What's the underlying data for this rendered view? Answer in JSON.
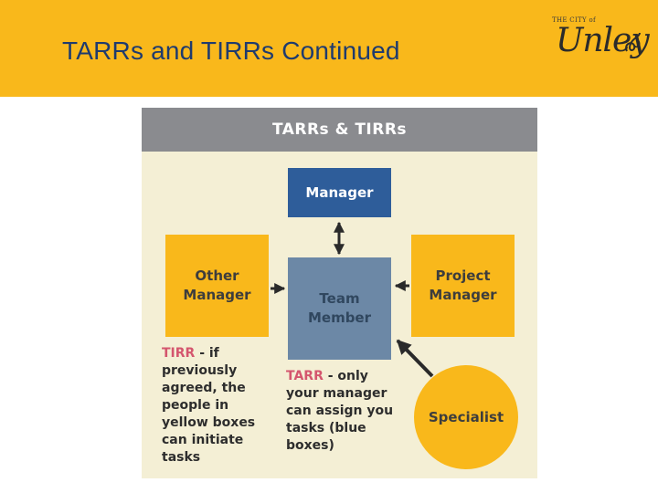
{
  "slide": {
    "title": "TARRs and TIRRs Continued",
    "logo": {
      "small_text": "THE CITY of",
      "name": "Unley"
    },
    "colors": {
      "banner": "#f9b81b",
      "title": "#1f3b6e"
    }
  },
  "diagram": {
    "header": "TARRs & TIRRs",
    "manager": "Manager",
    "team_member": "Team\nMember",
    "other_manager": "Other\nManager",
    "project_manager": "Project\nManager",
    "specialist": "Specialist",
    "tirr_note": {
      "tag": "TIRR",
      "text": " - if\npreviously\nagreed, the\npeople in\nyellow boxes\ncan initiate\ntasks"
    },
    "tarr_note": {
      "tag": "TARR",
      "text": " - only\nyour manager\ncan assign you\ntasks (blue\nboxes)"
    },
    "colors": {
      "yellow": "#f9b81b",
      "blue": "#2e5d9a",
      "slate": "#6c88a6",
      "header": "#8a8b8f",
      "tag": "#d4566e"
    }
  }
}
